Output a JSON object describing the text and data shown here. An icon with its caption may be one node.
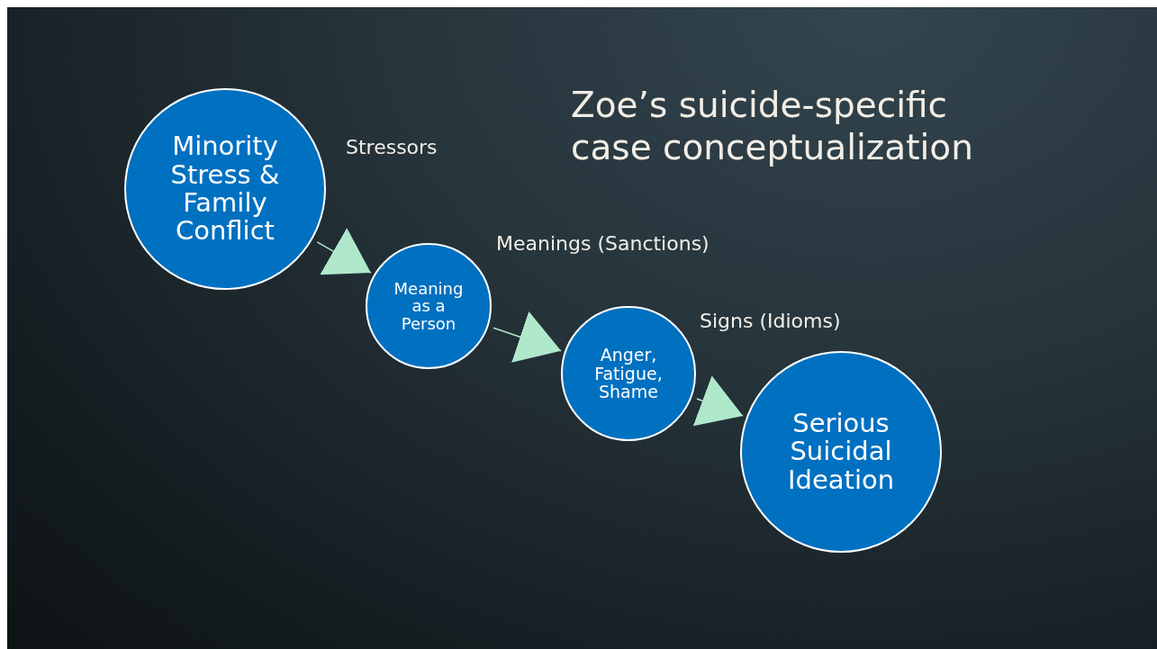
{
  "diagram": {
    "title": "Zoe’s suicide-specific case conceptualization",
    "nodes": [
      {
        "text": [
          "Minority Stress & Family Conflict"
        ]
      },
      {
        "text": [
          "Meaning as a Person"
        ]
      },
      {
        "text": [
          "Anger, Fatigue, Shame"
        ]
      },
      {
        "text": [
          "Serious Suicidal Ideation"
        ]
      }
    ],
    "edges": [
      {
        "from": 0,
        "to": 1,
        "arrow": "to"
      },
      {
        "from": 1,
        "to": 2,
        "arrow": "to"
      },
      {
        "from": 2,
        "to": 3,
        "arrow": "to"
      }
    ],
    "labels": [
      "Stressors",
      "Meanings (Sanctions)",
      "Signs (Idioms)"
    ]
  }
}
